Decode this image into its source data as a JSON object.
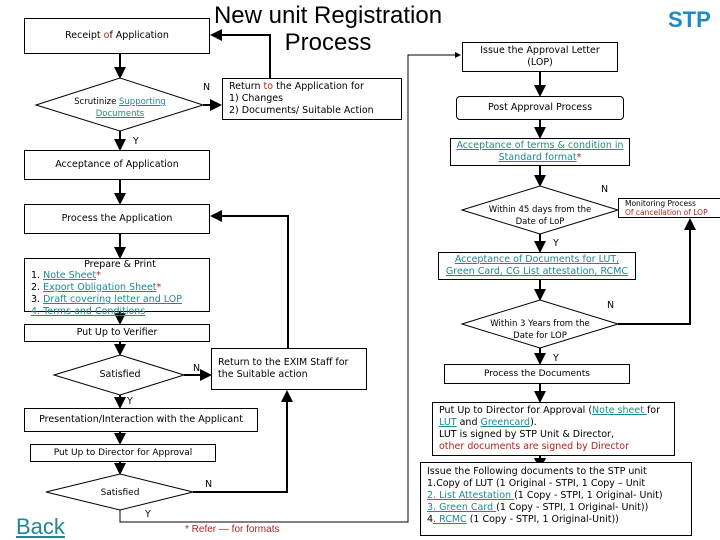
{
  "title_line1": "New unit Registration",
  "title_line2": "Process",
  "logo_text": "STP",
  "left": {
    "receipt": [
      "Receipt ",
      "o",
      "f Application"
    ],
    "scrutinize": "Scrutinize ",
    "scrutinize_link1": "Supporting",
    "scrutinize_link2": "Documents",
    "return_line1": [
      "Return ",
      "to",
      " the Application for"
    ],
    "return_line2": "1)  Changes",
    "return_line3": "2)  Documents/ Suitable Action",
    "acceptance": "Acceptance of Application",
    "process": "Process the Application",
    "prepare_title": "Prepare & Print",
    "prepare_items": [
      {
        "num": "1. ",
        "label": "Note Sheet",
        "star": "*"
      },
      {
        "num": "2. ",
        "label": "Export Obligation Sheet",
        "star": "*"
      },
      {
        "num": "3. ",
        "label": "Draft covering letter and LOP",
        "star": ""
      },
      {
        "num": "4. ",
        "label": "Terms and Conditions",
        "star": ""
      }
    ],
    "verifier": "Put Up to Verifier",
    "satisfied1": "Satisfied",
    "exim": "Return to the EXIM Staff for the Suitable action",
    "presentation": "Presentation/Interaction with the Applicant",
    "director": "Put Up to Director for Approval",
    "satisfied2": "Satisfied"
  },
  "labels": {
    "n": "N",
    "y": "Y"
  },
  "right": {
    "issue_letter": "Issue the  Approval Letter (LOP)",
    "post_approval": "Post Approval Process",
    "terms": "Acceptance of terms & condition in Standard format",
    "terms_star": "*",
    "within45": "Within 45 days from the Date of LoP",
    "monitoring1": "Monitoring Process",
    "monitoring2": "Of cancellation of LOP",
    "acceptance_docs": "Acceptance of Documents for LUT, Green Card, CG List attestation, RCMC",
    "within3": "Within 3 Years from the Date for LOP",
    "process_docs": "Process the Documents",
    "director_a": "Put Up to Director for Approval (",
    "director_note": "Note sheet ",
    "director_for": "for",
    "director_lut": "LUT",
    "director_and": " and ",
    "director_green": "Greencard",
    "director_close": ").",
    "director_line3": "LUT is signed by STP Unit & Director,",
    "director_line4": "other documents are signed by Director",
    "issue_docs_title": "Issue the Following documents to the STP unit",
    "issue_docs_1": "1.Copy of LUT (1 Original - STPI, 1 Copy – Unit",
    "issue_docs_2_link": "2. List Attestation ",
    "issue_docs_2": "(1 Copy - STPI, 1  Original- Unit)",
    "issue_docs_3_link": "3. Green Card ",
    "issue_docs_3": "(1 Copy - STPI, 1  Original- Unit))",
    "issue_docs_4_num": "4",
    "issue_docs_4_link": ". RCMC",
    "issue_docs_4": "  (1 Copy - STPI, 1  Original-Unit))"
  },
  "footer": {
    "back": "Back",
    "refer": "* Refer — for formats"
  },
  "colors": {
    "link": "#1b8a93",
    "red": "#b22222",
    "logo": "#1e88c8"
  }
}
